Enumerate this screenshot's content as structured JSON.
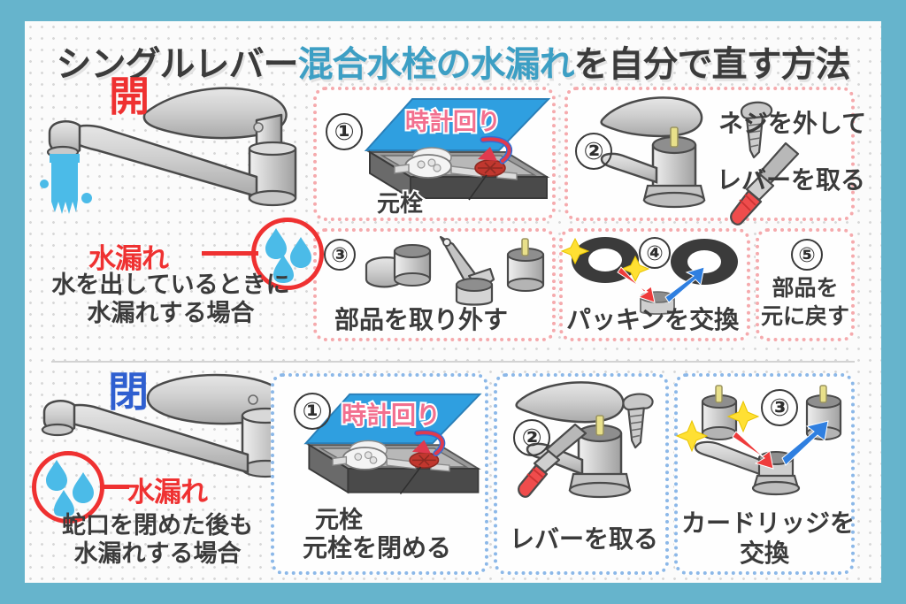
{
  "theme": {
    "border_color": "#66b4cc",
    "paper_color": "#fbfbfb",
    "title_dark": "#3b3b3b",
    "title_accent": "#3d9fc4",
    "red": "#ef3131",
    "blue": "#2f5fd0",
    "pink_dotted": "#f5aaad",
    "blue_dotted": "#8cb8e8",
    "water_blue": "#4bbbe8",
    "pink_text": "#f2708f"
  },
  "title": {
    "part1": "シングルレバー",
    "part2_accent": "混合水栓の水漏れ",
    "part3": "を自分で直す方法"
  },
  "section_open": {
    "state_label": "開",
    "leak_label": "水漏れ",
    "caption_line1": "水を出しているときに",
    "caption_line2": "水漏れする場合",
    "steps": [
      {
        "number": "①",
        "rotate_label": "時計回り",
        "part_label": "元栓",
        "caption": ""
      },
      {
        "number": "②",
        "caption_line1": "ネジを外して",
        "caption_line2": "レバーを取る"
      },
      {
        "number": "③",
        "caption": "部品を取り外す"
      },
      {
        "number": "④",
        "caption": "パッキンを交換"
      },
      {
        "number": "⑤",
        "caption_line1": "部品を",
        "caption_line2": "元に戻す"
      }
    ]
  },
  "section_closed": {
    "state_label": "閉",
    "leak_label": "水漏れ",
    "caption_line1": "蛇口を閉めた後も",
    "caption_line2": "水漏れする場合",
    "steps": [
      {
        "number": "①",
        "rotate_label": "時計回り",
        "part_label": "元栓",
        "caption": "元栓を閉める"
      },
      {
        "number": "②",
        "caption": "レバーを取る"
      },
      {
        "number": "③",
        "caption_line1": "カードリッジを",
        "caption_line2": "交換"
      }
    ]
  }
}
